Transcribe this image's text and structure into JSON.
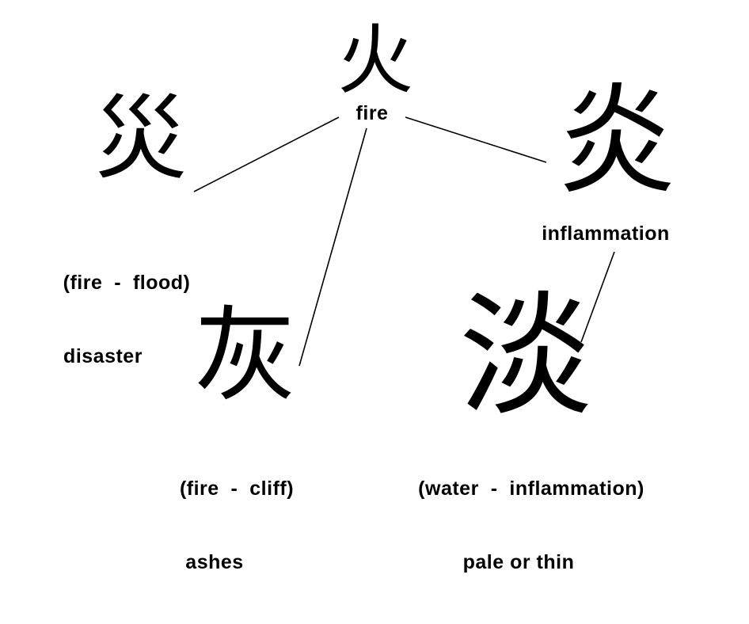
{
  "nodes": {
    "fire": {
      "character": "火",
      "label": "fire"
    },
    "disaster": {
      "character": "災",
      "label_line1": "(fire  -  flood)",
      "label_line2": "disaster"
    },
    "inflammation": {
      "character": "炎",
      "label": "inflammation"
    },
    "ashes": {
      "character": "灰",
      "label_line1": "(fire  -  cliff)",
      "label_line2": "ashes"
    },
    "pale": {
      "character": "淡",
      "label_line1": "(water  -  inflammation)",
      "label_line2": "pale or thin"
    }
  },
  "connections": [
    {
      "from": "fire",
      "to": "disaster"
    },
    {
      "from": "fire",
      "to": "inflammation"
    },
    {
      "from": "fire",
      "to": "ashes"
    },
    {
      "from": "inflammation",
      "to": "pale"
    }
  ],
  "colors": {
    "ink": "#000000",
    "background": "#ffffff"
  }
}
